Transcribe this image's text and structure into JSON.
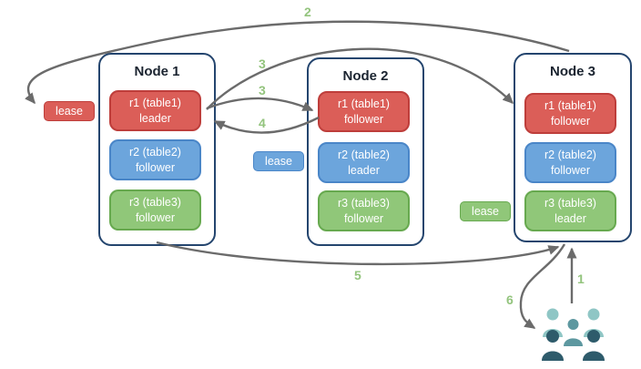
{
  "colors": {
    "red_fill": "#DB5E58",
    "red_border": "#BE3E3B",
    "blue_fill": "#6CA5DC",
    "blue_border": "#4A86C8",
    "green_fill": "#90C779",
    "green_border": "#67A94F",
    "node_border": "#24456E",
    "arrow": "#6B6B6B",
    "step_label": "#93C47D",
    "people_light": "#8FC6C5",
    "people_mid": "#5D98A0",
    "people_dark": "#2E5B6B"
  },
  "nodes": [
    {
      "title": "Node 1",
      "replicas": [
        {
          "name": "r1 (table1)",
          "role": "leader",
          "color": "red"
        },
        {
          "name": "r2 (table2)",
          "role": "follower",
          "color": "blue"
        },
        {
          "name": "r3 (table3)",
          "role": "follower",
          "color": "green"
        }
      ]
    },
    {
      "title": "Node 2",
      "replicas": [
        {
          "name": "r1 (table1)",
          "role": "follower",
          "color": "red"
        },
        {
          "name": "r2 (table2)",
          "role": "leader",
          "color": "blue"
        },
        {
          "name": "r3 (table3)",
          "role": "follower",
          "color": "green"
        }
      ]
    },
    {
      "title": "Node 3",
      "replicas": [
        {
          "name": "r1 (table1)",
          "role": "follower",
          "color": "red"
        },
        {
          "name": "r2 (table2)",
          "role": "follower",
          "color": "blue"
        },
        {
          "name": "r3 (table3)",
          "role": "leader",
          "color": "green"
        }
      ]
    }
  ],
  "leases": [
    {
      "label": "lease",
      "color": "red"
    },
    {
      "label": "lease",
      "color": "blue"
    },
    {
      "label": "lease",
      "color": "green"
    }
  ],
  "steps": [
    "2",
    "3",
    "3",
    "4",
    "5",
    "6",
    "1"
  ]
}
